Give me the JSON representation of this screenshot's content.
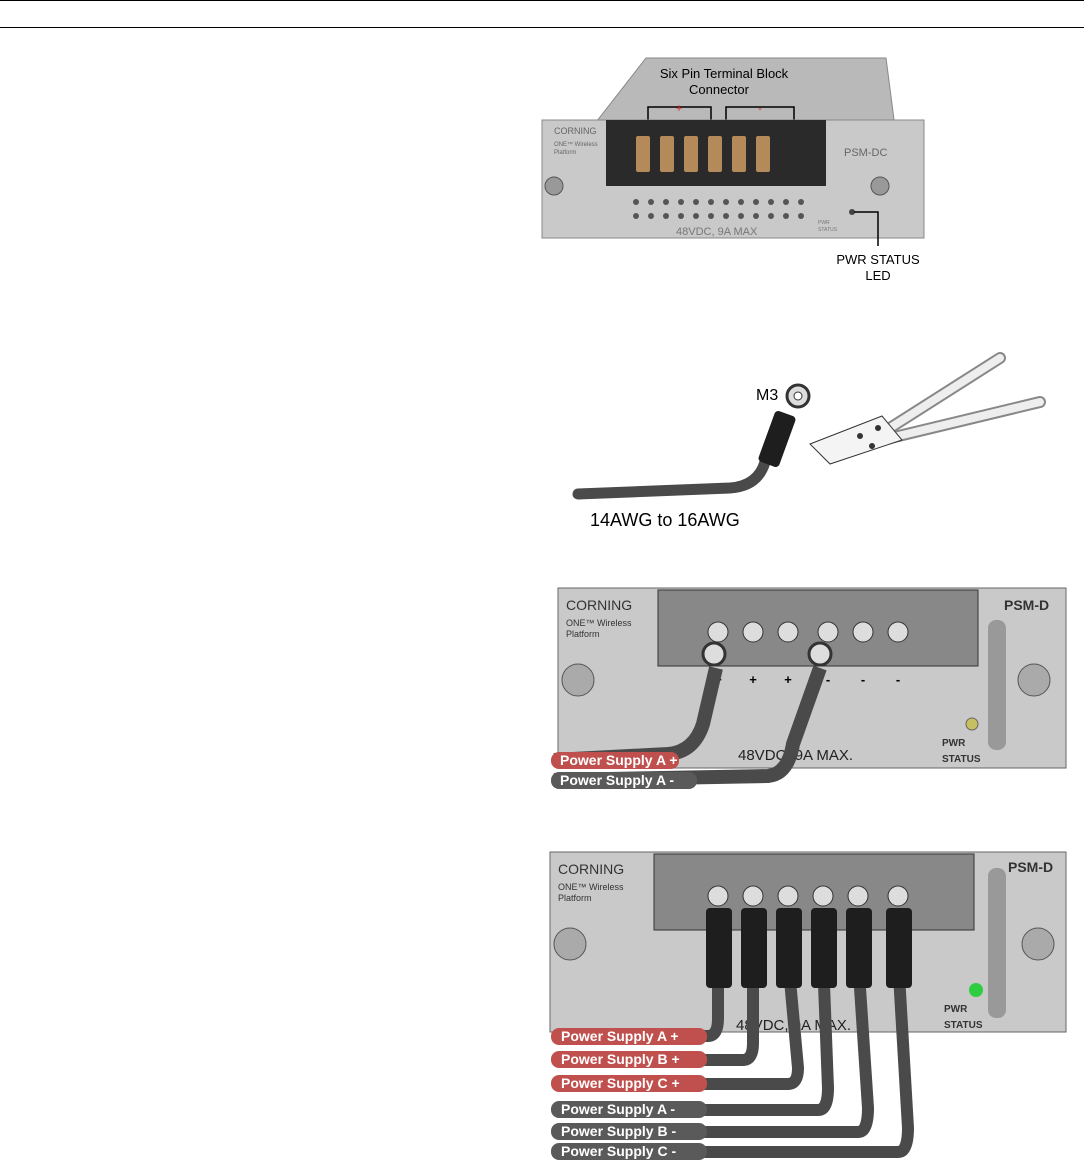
{
  "figure1": {
    "callout_title_line1": "Six Pin Terminal Block",
    "callout_title_line2": "Connector",
    "plus_mark": "+",
    "minus_mark": "-",
    "brand": "CORNING",
    "platform_line1": "ONE™ Wireless",
    "platform_line2": "Platform",
    "model": "PSM-DC",
    "rating": "48VDC, 9A MAX",
    "panel_status_line1": "PWR",
    "panel_status_line2": "STATUS",
    "led_callout_line1": "PWR STATUS",
    "led_callout_line2": "LED"
  },
  "figure2": {
    "lug_label": "M3",
    "wire_label": "14AWG to 16AWG"
  },
  "figure3": {
    "brand": "CORNING",
    "platform_line1": "ONE™ Wireless",
    "platform_line2": "Platform",
    "model": "PSM-D",
    "polarity": [
      "+",
      "+",
      "+",
      "-",
      "-",
      "-"
    ],
    "rating": "48VDC, 9A MAX.",
    "status_line1": "PWR",
    "status_line2": "STATUS",
    "wire_labels": [
      "Power Supply A +",
      "Power Supply A -"
    ]
  },
  "figure4": {
    "brand": "CORNING",
    "platform_line1": "ONE™ Wireless",
    "platform_line2": "Platform",
    "model": "PSM-D",
    "rating": "48VDC, 9A MAX.",
    "status_line1": "PWR",
    "status_line2": "STATUS",
    "wire_labels": [
      "Power Supply A +",
      "Power Supply B +",
      "Power Supply C +",
      "Power Supply A -",
      "Power Supply B -",
      "Power Supply C -"
    ]
  },
  "colors": {
    "panel": "#c9c9c9",
    "terminal_block": "#2a2a2a",
    "positive_label": "#c0504d",
    "negative_label": "#5a5a5a",
    "wire": "#4a4a4a",
    "led_green": "#2ecc40"
  }
}
